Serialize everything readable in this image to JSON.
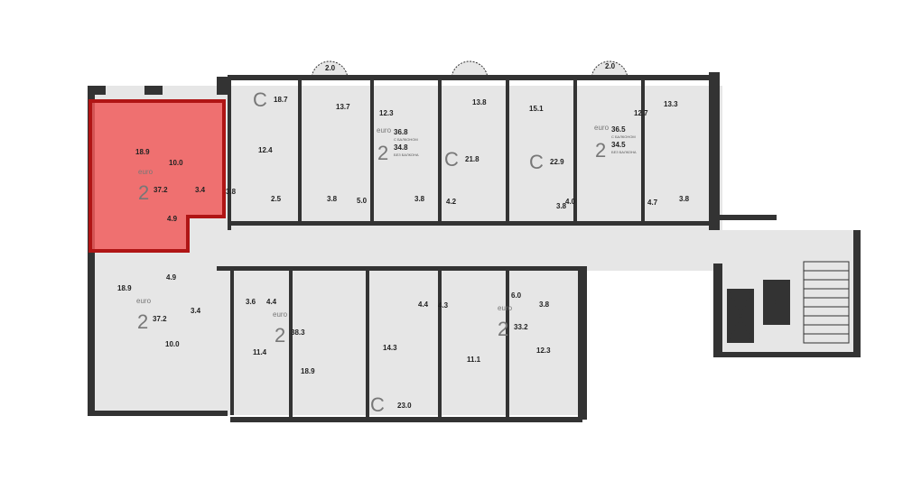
{
  "colors": {
    "highlight": "#f05a5a",
    "highlight_border": "#b01515",
    "wall": "#333333",
    "floor": "#e6e6e6"
  },
  "apartments_top": [
    {
      "id": "a1",
      "type": "2",
      "prefix": "euro",
      "total": "37.2",
      "rooms": [
        "18.9",
        "10.0",
        "3.4",
        "4.9"
      ],
      "selected": true
    },
    {
      "id": "a2",
      "type": "C",
      "total": "18.7",
      "rooms": [
        "12.4",
        "3.8",
        "2.5"
      ]
    },
    {
      "id": "a3",
      "type": "2",
      "prefix": "euro",
      "total_with_balcony": "36.8",
      "with_balcony_label": "С БАЛКОНОМ",
      "total_without_balcony": "34.8",
      "without_balcony_label": "БЕЗ БАЛКОНА",
      "rooms": [
        "2.0",
        "13.7",
        "12.3",
        "3.8",
        "5.0",
        "3.8"
      ]
    },
    {
      "id": "a4",
      "type": "C",
      "total": "21.8",
      "rooms": [
        "13.8",
        "4.2"
      ]
    },
    {
      "id": "a5",
      "type": "C",
      "total": "22.9",
      "rooms": [
        "15.1",
        "3.8"
      ]
    },
    {
      "id": "a6",
      "type": "2",
      "prefix": "euro",
      "total_with_balcony": "36.5",
      "with_balcony_label": "С БАЛКОНОМ",
      "total_without_balcony": "34.5",
      "without_balcony_label": "БЕЗ БАЛКОНА",
      "rooms": [
        "2.0",
        "12.7",
        "4.0",
        "4.7"
      ]
    },
    {
      "id": "a7",
      "rooms": [
        "13.3",
        "3.8"
      ]
    }
  ],
  "apartments_bottom": [
    {
      "id": "b1",
      "type": "2",
      "prefix": "euro",
      "total": "37.2",
      "rooms": [
        "4.9",
        "18.9",
        "3.4",
        "10.0"
      ]
    },
    {
      "id": "b2",
      "type": "2",
      "prefix": "euro",
      "total": "38.3",
      "rooms": [
        "3.6",
        "4.4",
        "11.4",
        "18.9"
      ]
    },
    {
      "id": "b3",
      "type": "C",
      "total": "23.0",
      "rooms": [
        "4.4",
        "4.3",
        "14.3"
      ]
    },
    {
      "id": "b4",
      "type": "2",
      "prefix": "euro",
      "total": "33.2",
      "rooms": [
        "6.0",
        "3.8",
        "11.1",
        "12.3"
      ]
    }
  ]
}
